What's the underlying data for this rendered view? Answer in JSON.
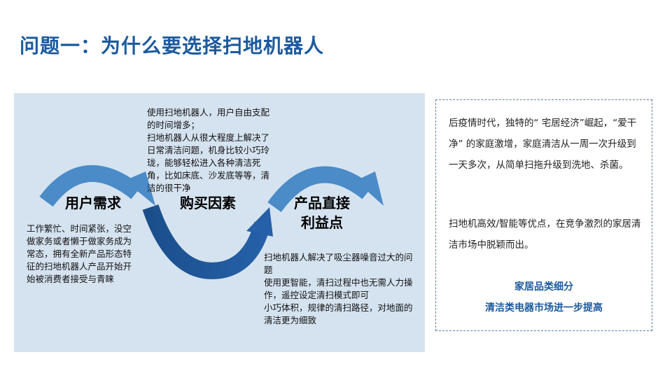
{
  "title": "问题一：为什么要选择扫地机器人",
  "diagram": {
    "stages": [
      {
        "label": "用户需求",
        "text": "工作繁忙、时间紧张，没空做家务或者懒于做家务成为常态，拥有全新产品形态特征的扫地机器人产品开始开始被消费者接受与青睐"
      },
      {
        "label": "购买因素",
        "text": "使用扫地机器人，用户自由支配的时间增多；\n扫地机器人从很大程度上解决了日常清洁问题，机身比较小巧玲珑，能够轻松进入各种清洁死角，比如床底、沙发底等等，清洁的很干净"
      },
      {
        "label_line1": "产品直接",
        "label_line2": "利益点",
        "text": "扫地机器人解决了吸尘器噪音过大的问题\n使用更智能，清扫过程中也无需人力操作，遥控设定清扫模式即可\n小巧体积，规律的清扫路径，对地面的清洁更为细致"
      }
    ],
    "colors": {
      "light_arrow": "#4a8bc8",
      "dark_arrow": "#1b4f8c",
      "panel": "#d5e3f0"
    }
  },
  "side": {
    "para1": "后疫情时代，独特的“ 宅居经济”崛起，“爱干净” 的家庭激增，家庭清洁从一周一次升级到一天多次，从简单扫拖升级到洗地、杀菌。",
    "para2": "扫地机高效/智能等优点，在竞争激烈的家居清洁市场中脱颖而出。",
    "highlight1": "家居品类细分",
    "highlight2": "清洁类电器市场进一步提高"
  }
}
